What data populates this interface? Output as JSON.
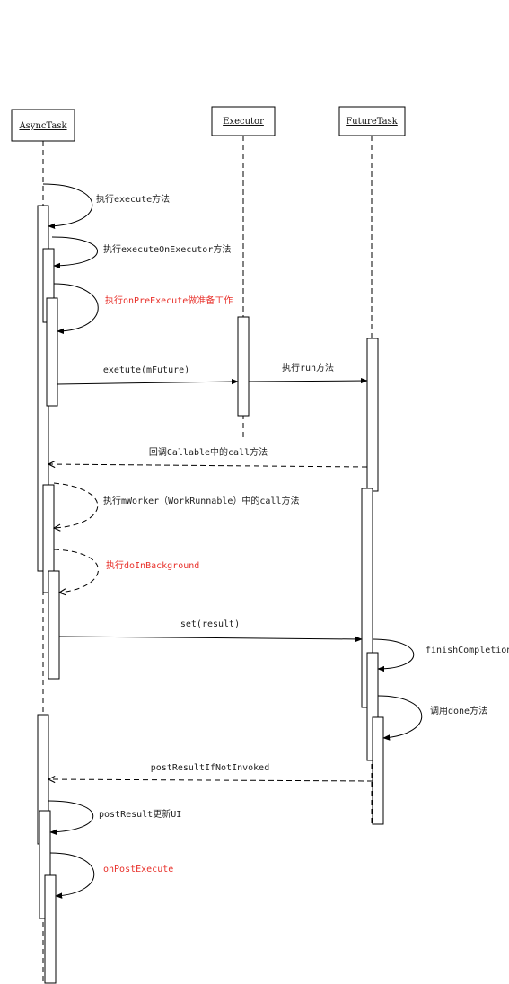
{
  "lifelines": {
    "asynctask": "AsyncTask",
    "executor": "Executor",
    "futuretask": "FutureTask"
  },
  "messages": {
    "m1": "执行execute方法",
    "m2": "执行executeOnExecutor方法",
    "m3": "执行onPreExecute做准备工作",
    "m4": "exetute(mFuture)",
    "m5": "执行run方法",
    "m6": "回调Callable中的call方法",
    "m7": "执行mWorker（WorkRunnable）中的call方法",
    "m8": "执行doInBackground",
    "m9": "set(result)",
    "m10": "finishCompletion",
    "m11": "调用done方法",
    "m12": "postResultIfNotInvoked",
    "m13": "postResult更新UI",
    "m14": "onPostExecute"
  },
  "colors": {
    "highlight": "#e8302a",
    "line": "#000000"
  }
}
